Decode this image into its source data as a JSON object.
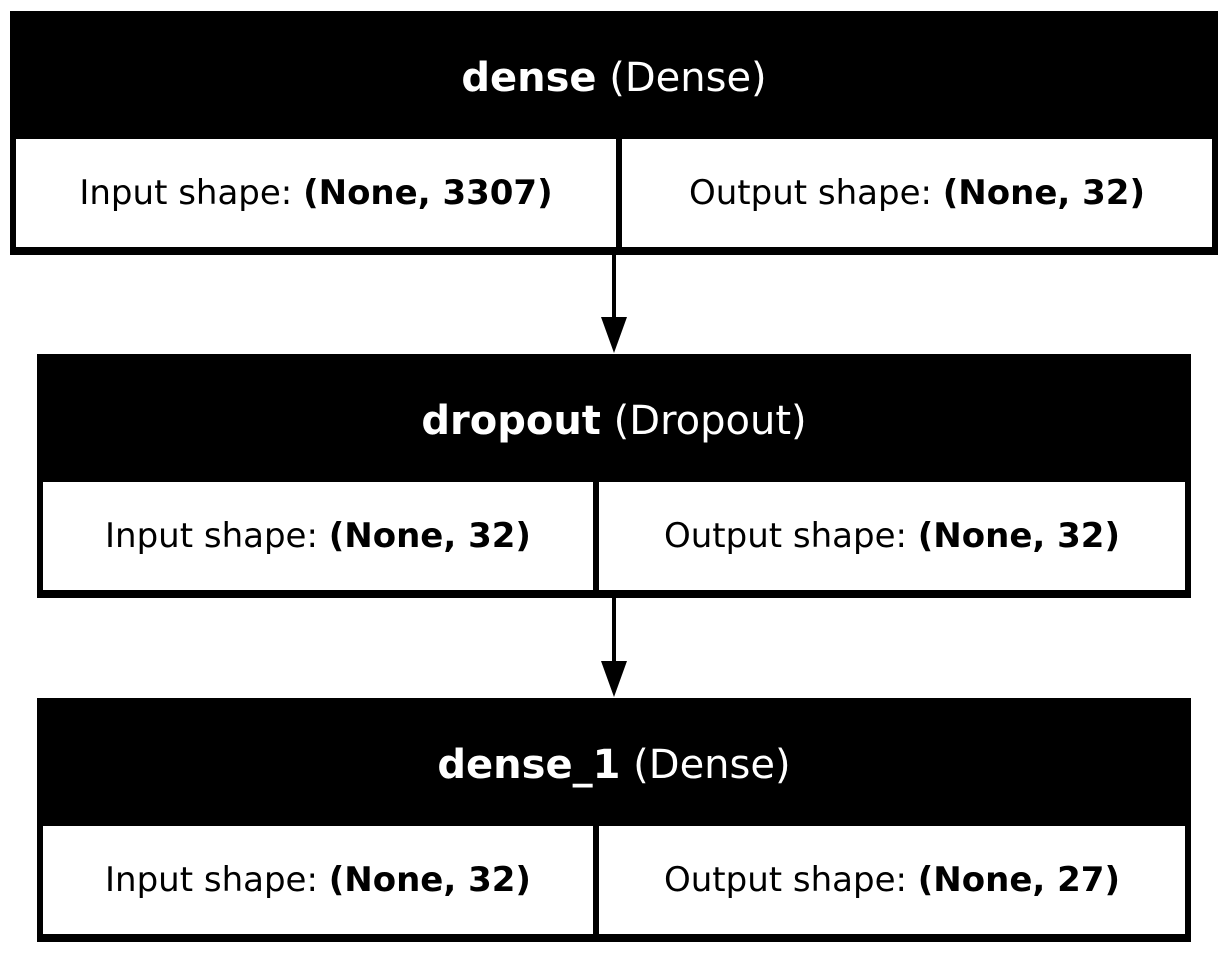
{
  "layers": [
    {
      "name": "dense",
      "type": "(Dense)",
      "input_label": "Input shape: ",
      "input_shape": "(None, 3307)",
      "output_label": "Output shape: ",
      "output_shape": "(None, 32)"
    },
    {
      "name": "dropout",
      "type": "(Dropout)",
      "input_label": "Input shape: ",
      "input_shape": "(None, 32)",
      "output_label": "Output shape: ",
      "output_shape": "(None, 32)"
    },
    {
      "name": "dense_1",
      "type": "(Dense)",
      "input_label": "Input shape: ",
      "input_shape": "(None, 32)",
      "output_label": "Output shape: ",
      "output_shape": "(None, 27)"
    }
  ]
}
